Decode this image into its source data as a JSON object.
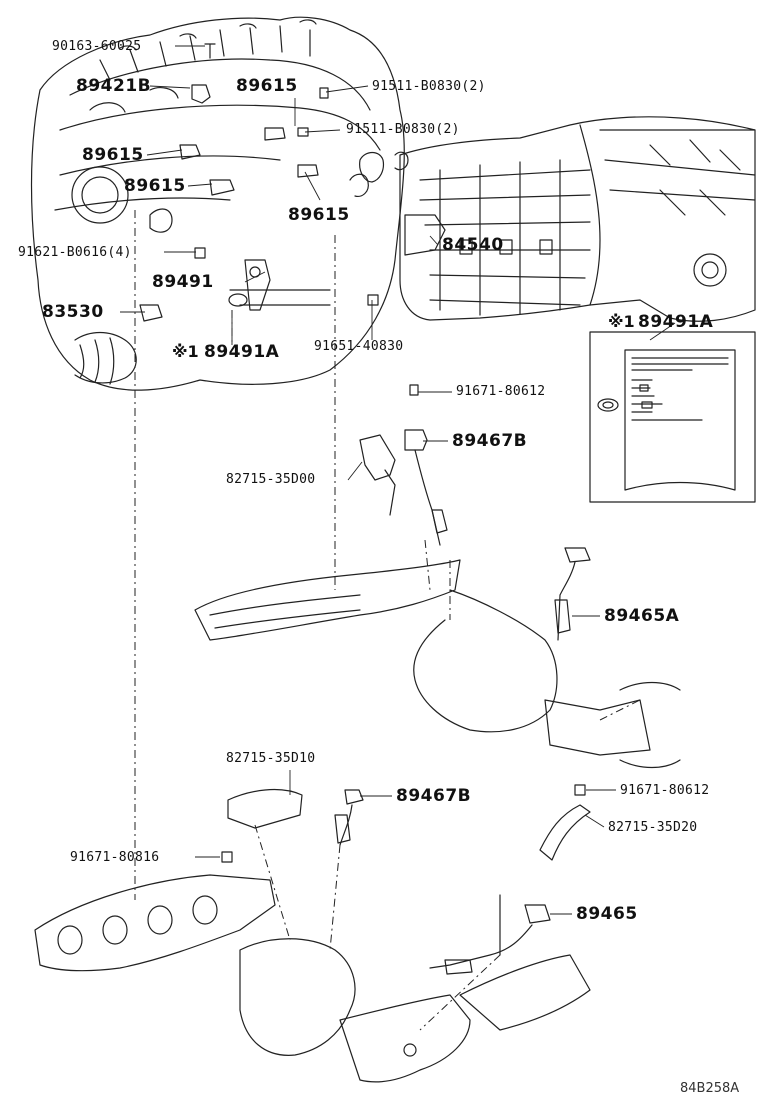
{
  "labels": {
    "p90163_60025": "90163-60025",
    "p89421B": "89421B",
    "p89615_a": "89615",
    "p91511_b": "91511-B0830(2)",
    "p91511_c": "91511-B0830(2)",
    "p89615_b": "89615",
    "p89615_c": "89615",
    "p89615_d": "89615",
    "p91621": "91621-B0616(4)",
    "p84540": "84540",
    "p89491": "89491",
    "p83530": "83530",
    "p89491A_note": "※1",
    "p89491A": "89491A",
    "p91651": "91651-40830",
    "p89491A_box_note": "※1",
    "p89491A_box": "89491A",
    "p91671_80612_a": "91671-80612",
    "p89467B_a": "89467B",
    "p82715_35D00": "82715-35D00",
    "p89465A": "89465A",
    "p82715_35D10": "82715-35D10",
    "p89467B_b": "89467B",
    "p91671_80612_b": "91671-80612",
    "p82715_35D20": "82715-35D20",
    "p91671_80816": "91671-80816",
    "p89465": "89465"
  },
  "diagram_code": "84B258A"
}
